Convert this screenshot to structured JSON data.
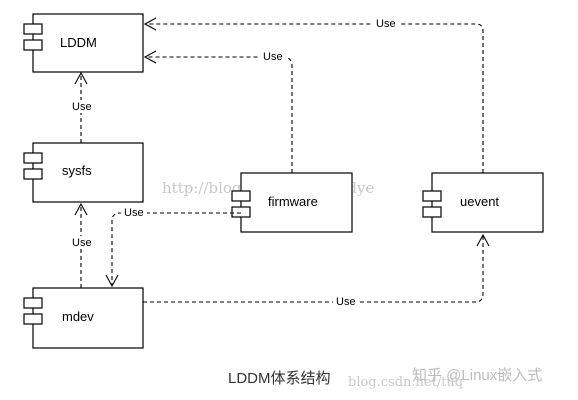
{
  "components": {
    "lddm": "LDDM",
    "sysfs": "sysfs",
    "mdev": "mdev",
    "firmware": "firmware",
    "uevent": "uevent"
  },
  "dependencies": {
    "sysfs_to_lddm": "Use",
    "firmware_to_lddm": "Use",
    "uevent_to_lddm": "Use",
    "mdev_to_sysfs": "Use",
    "firmware_to_mdev": "Use",
    "mdev_to_uevent": "Use"
  },
  "caption": "LDDM体系结构",
  "watermarks": {
    "csdn_url": "http://blog.csdn.net/newdye",
    "brand": "知乎 @Linux嵌入式",
    "blog_url": "blog.csdn.net/tuq"
  }
}
